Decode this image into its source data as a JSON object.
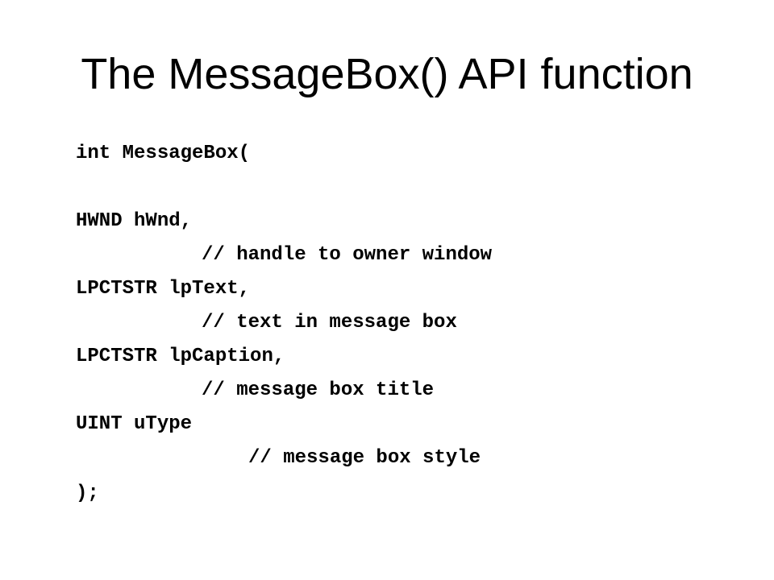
{
  "slide": {
    "title": "The MessageBox() API function",
    "code_lines": [
      "int MessageBox(",
      "HWND hWnd,",
      "// handle to owner window",
      "LPCTSTR lpText,",
      "// text in message box",
      "LPCTSTR lpCaption,",
      "// message box title",
      "UINT uType",
      "// message box style",
      ");"
    ]
  }
}
